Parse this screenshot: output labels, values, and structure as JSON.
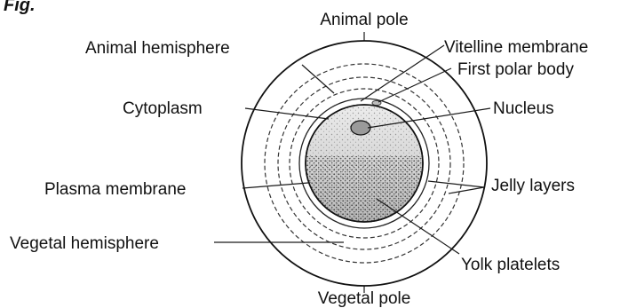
{
  "figure_tag": "Fig.",
  "labels": {
    "animal_pole": "Animal pole",
    "animal_hemisphere": "Animal hemisphere",
    "vitelline_membrane": "Vitelline membrane",
    "first_polar_body": "First polar body",
    "cytoplasm": "Cytoplasm",
    "nucleus": "Nucleus",
    "jelly_layers": "Jelly layers",
    "plasma_membrane": "Plasma membrane",
    "vegetal_hemisphere": "Vegetal hemisphere",
    "yolk_platelets": "Yolk platelets",
    "vegetal_pole": "Vegetal pole"
  }
}
